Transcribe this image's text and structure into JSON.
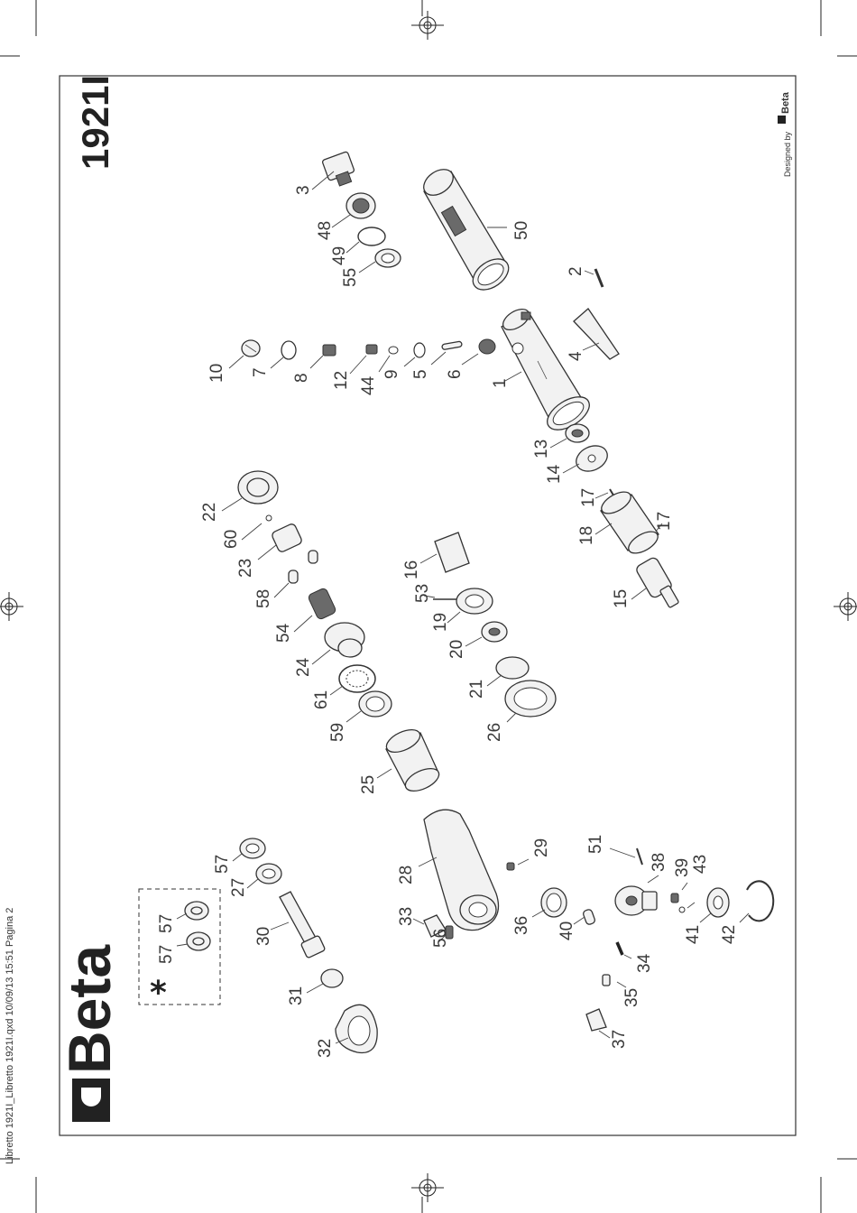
{
  "title": "1921I",
  "brand": "Beta",
  "designed_by": "Designed by",
  "designed_by_brand": "Beta",
  "footer_slug": "Libretto 1921I_Libretto 1921I.qxd  10/09/13  15:51  Pagina 2",
  "kit_symbol": "*",
  "labels": {
    "l1": "1",
    "l2": "2",
    "l3": "3",
    "l4": "4",
    "l5": "5",
    "l6": "6",
    "l7": "7",
    "l8": "8",
    "l9": "9",
    "l10": "10",
    "l12": "12",
    "l13": "13",
    "l14": "14",
    "l15": "15",
    "l16": "16",
    "l17a": "17",
    "l17b": "17",
    "l18": "18",
    "l19": "19",
    "l20": "20",
    "l21": "21",
    "l22": "22",
    "l23": "23",
    "l24": "24",
    "l25": "25",
    "l26": "26",
    "l27": "27",
    "l28": "28",
    "l29": "29",
    "l30": "30",
    "l31": "31",
    "l32": "32",
    "l33": "33",
    "l34": "34",
    "l35": "35",
    "l36": "36",
    "l37": "37",
    "l38": "38",
    "l39": "39",
    "l40": "40",
    "l41": "41",
    "l42": "42",
    "l43": "43",
    "l44": "44",
    "l48": "48",
    "l49": "49",
    "l50": "50",
    "l51": "51",
    "l53": "53",
    "l54": "54",
    "l55": "55",
    "l56": "56",
    "l57a": "57",
    "l57b": "57",
    "l57c": "57",
    "l58": "58",
    "l59": "59",
    "l60": "60",
    "l61": "61"
  }
}
